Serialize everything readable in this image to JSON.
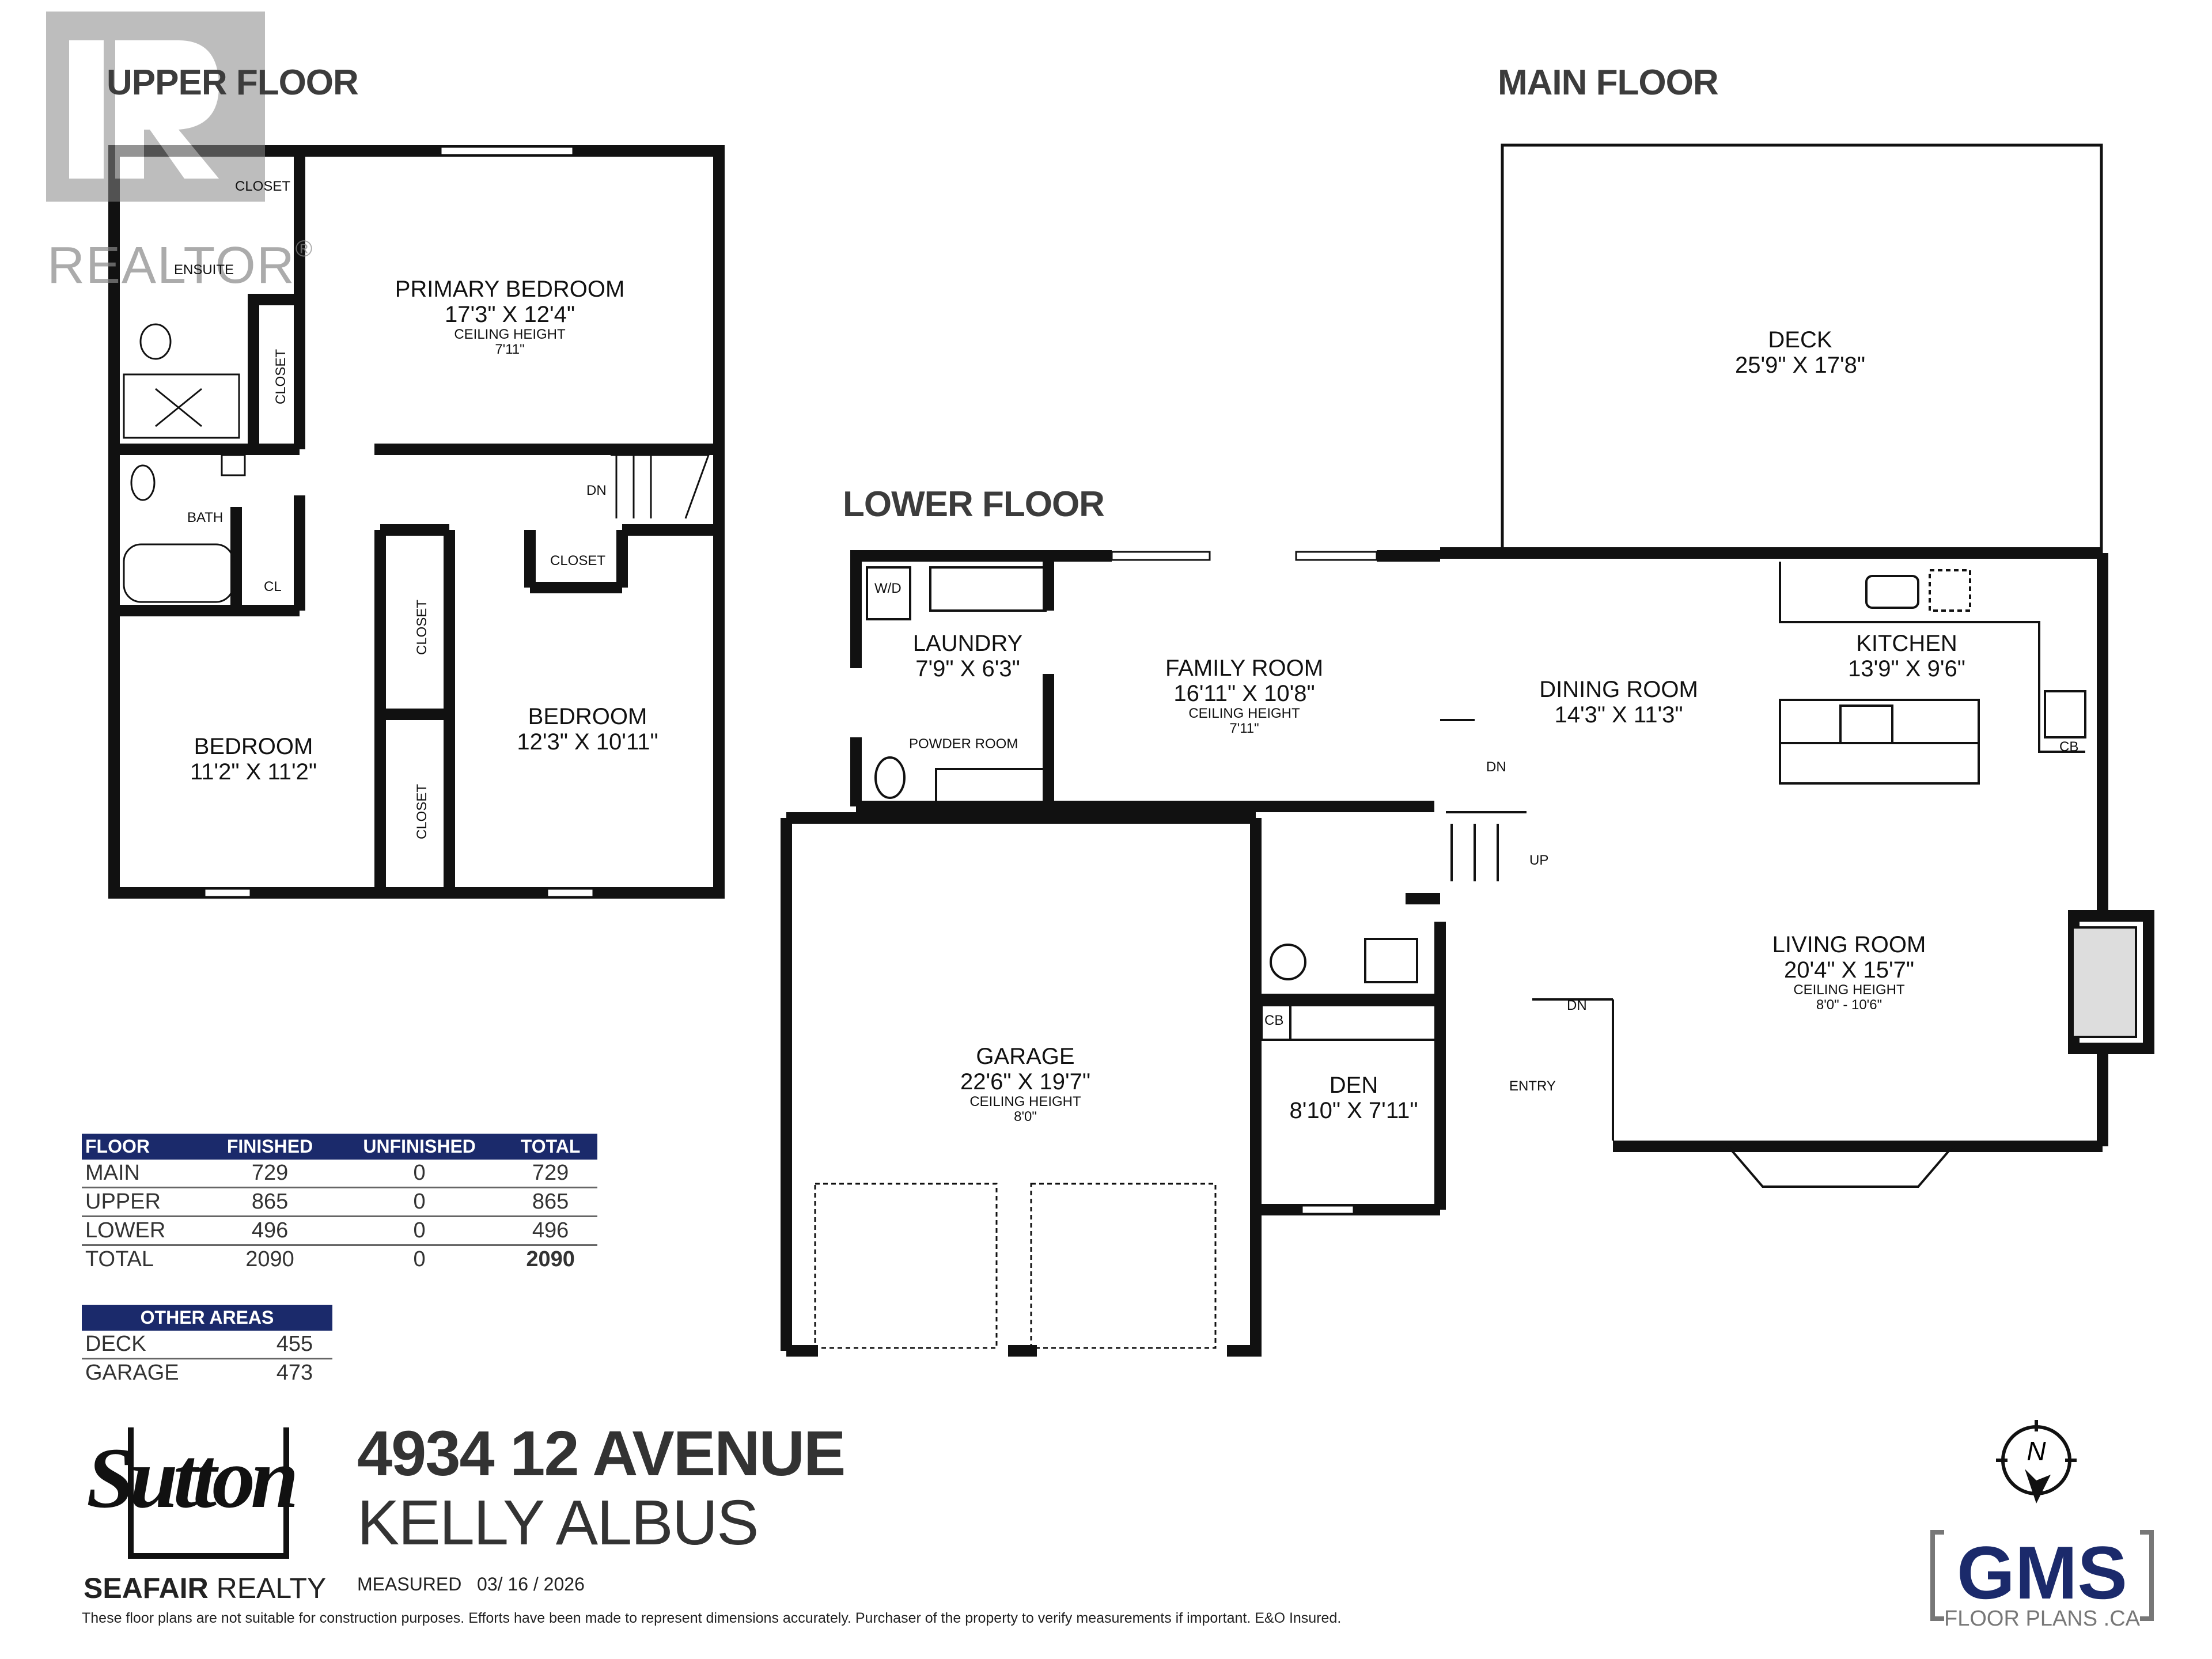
{
  "floors": {
    "upper": {
      "title": "UPPER FLOOR",
      "rooms": [
        {
          "name": "PRIMARY BEDROOM",
          "dims": "17'3\" X 12'4\"",
          "ceiling_label": "CEILING HEIGHT",
          "ceiling": "7'11\""
        },
        {
          "name": "BEDROOM",
          "dims": "12'3\" X 10'11\""
        },
        {
          "name": "BEDROOM",
          "dims": "11'2\" X 11'2\""
        }
      ],
      "small_labels": {
        "closet1": "CLOSET",
        "ensuite": "ENSUITE",
        "closet2": "CLOSET",
        "bath": "BATH",
        "cl": "CL",
        "closet3": "CLOSET",
        "closet4": "CLOSET",
        "closet5": "CLOSET",
        "dn": "DN"
      }
    },
    "main": {
      "title": "MAIN FLOOR",
      "rooms": [
        {
          "name": "DECK",
          "dims": "25'9\" X 17'8\""
        },
        {
          "name": "DINING ROOM",
          "dims": "14'3\" X 11'3\""
        },
        {
          "name": "KITCHEN",
          "dims": "13'9\" X 9'6\""
        },
        {
          "name": "LIVING ROOM",
          "dims": "20'4\" X 15'7\"",
          "ceiling_label": "CEILING HEIGHT",
          "ceiling": "8'0\" - 10'6\""
        }
      ],
      "small_labels": {
        "cb": "CB",
        "dn1": "DN",
        "up": "UP",
        "dn2": "DN",
        "entry": "ENTRY"
      }
    },
    "lower": {
      "title": "LOWER FLOOR",
      "rooms": [
        {
          "name": "LAUNDRY",
          "dims": "7'9\" X 6'3\""
        },
        {
          "name": "FAMILY ROOM",
          "dims": "16'11\" X 10'8\"",
          "ceiling_label": "CEILING HEIGHT",
          "ceiling": "7'11\""
        },
        {
          "name": "GARAGE",
          "dims": "22'6\" X 19'7\"",
          "ceiling_label": "CEILING HEIGHT",
          "ceiling": "8'0\""
        },
        {
          "name": "DEN",
          "dims": "8'10\" X 7'11\""
        }
      ],
      "small_labels": {
        "wd": "W/D",
        "powder": "POWDER ROOM",
        "cb": "CB"
      }
    }
  },
  "area_table": {
    "headers": [
      "FLOOR",
      "FINISHED",
      "UNFINISHED",
      "TOTAL"
    ],
    "rows": [
      [
        "MAIN",
        "729",
        "0",
        "729"
      ],
      [
        "UPPER",
        "865",
        "0",
        "865"
      ],
      [
        "LOWER",
        "496",
        "0",
        "496"
      ],
      [
        "TOTAL",
        "2090",
        "0",
        "2090"
      ]
    ]
  },
  "other_areas": {
    "header": "OTHER AREAS",
    "rows": [
      [
        "DECK",
        "455"
      ],
      [
        "GARAGE",
        "473"
      ]
    ]
  },
  "footer": {
    "address": "4934 12 AVENUE",
    "agent": "KELLY ALBUS",
    "measured_label": "MEASURED",
    "measured_date": "03/ 16 / 2026",
    "brokerage_bold": "SEAFAIR",
    "brokerage_rest": " REALTY",
    "sutton": "Sutton",
    "disclaimer": "These floor plans are not suitable for construction purposes. Efforts have been made to represent dimensions accurately.  Purchaser of the property to verify measurements if important.  E&O Insured."
  },
  "watermark": {
    "text": "REALTOR",
    "mark": "®"
  },
  "logo": {
    "brand": "GMS",
    "sub": "FLOOR PLANS .CA",
    "compass": "N"
  },
  "colors": {
    "wall": "#111111",
    "table_header": "#1b2a6b",
    "title": "#3c3c3c"
  }
}
